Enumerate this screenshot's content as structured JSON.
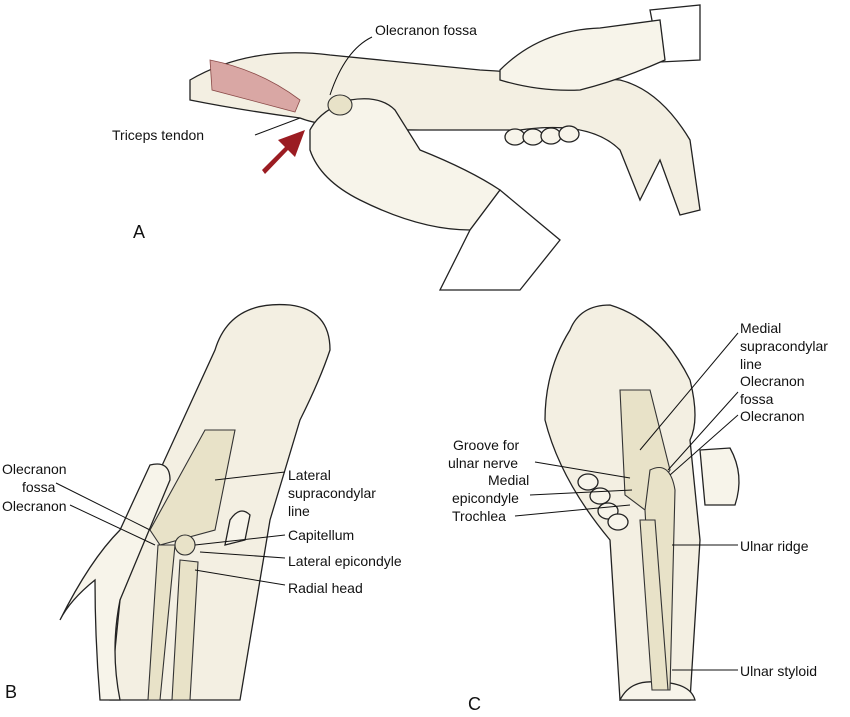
{
  "colors": {
    "skin": "#f3efe2",
    "bone": "#e8e2c8",
    "arrow": "#9b1c22",
    "muscle": "#d9a7a4"
  },
  "panels": {
    "a": {
      "letter": "A",
      "labels": {
        "olecranon_fossa": "Olecranon fossa",
        "triceps_tendon": "Triceps tendon"
      }
    },
    "b": {
      "letter": "B",
      "labels": {
        "olecranon_fossa_1": "Olecranon",
        "olecranon_fossa_2": "fossa",
        "olecranon": "Olecranon",
        "lateral_supracondylar_1": "Lateral",
        "lateral_supracondylar_2": "supracondylar",
        "lateral_supracondylar_3": "line",
        "capitellum": "Capitellum",
        "lateral_epicondyle": "Lateral epicondyle",
        "radial_head": "Radial head"
      }
    },
    "c": {
      "letter": "C",
      "labels": {
        "medial_supracondylar_1": "Medial",
        "medial_supracondylar_2": "supracondylar",
        "medial_supracondylar_3": "line",
        "olecranon_fossa_1": "Olecranon",
        "olecranon_fossa_2": "fossa",
        "olecranon": "Olecranon",
        "groove_1": "Groove for",
        "groove_2": "ulnar nerve",
        "medial_epicondyle_1": "Medial",
        "medial_epicondyle_2": "epicondyle",
        "trochlea": "Trochlea",
        "ulnar_ridge": "Ulnar ridge",
        "ulnar_styloid": "Ulnar styloid"
      }
    }
  }
}
